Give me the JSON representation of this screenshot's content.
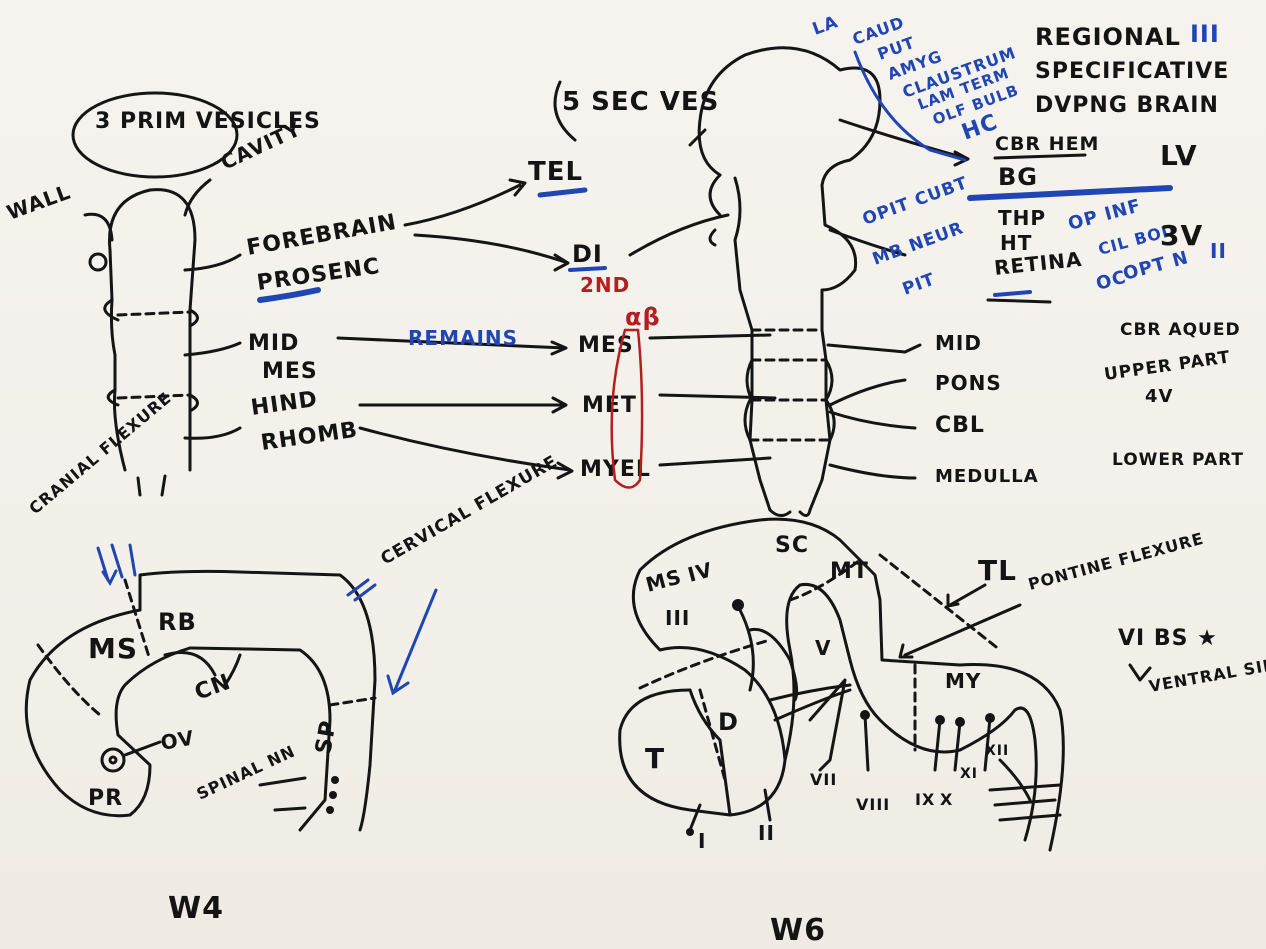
{
  "primary_vesicles": {
    "title": "3 PRIM VESICLES",
    "wall": "WALL",
    "cavity": "CAVITY",
    "forebrain": "FOREBRAIN",
    "prosenc": "PROSENC",
    "mid": "MID",
    "mes": "MES",
    "hind": "HIND",
    "rhomb": "RHOMB"
  },
  "secondary_vesicles": {
    "title": "5 SEC VES",
    "tel": "TEL",
    "di": "DI",
    "second": "2ND",
    "alpha_beta": "αβ",
    "remains": "REMAINS",
    "mes": "MES",
    "met": "MET",
    "myel": "MYEL"
  },
  "derivatives": {
    "la": "LA",
    "caud": "CAUD",
    "put": "PUT",
    "amyg": "AMYG",
    "claustrum": "CLAUSTRUM",
    "lam_term": "LAM TERM",
    "olf_bulb": "OLF BULB",
    "hc": "HC",
    "regional": "REGIONAL",
    "regional_num": "III",
    "specific": "SPECIFICATIVE",
    "dvpng_brain": "DVPNG BRAIN",
    "cbr_hem": "CBR HEM",
    "bg": "BG",
    "lv": "LV",
    "opt_cup": "OPIT CUBT",
    "mb_neur": "MB NEUR",
    "pit": "PIT",
    "thal": "THP",
    "ht": "HT",
    "retina": "RETINA",
    "op_inf": "OP INF",
    "cil_bod": "CIL BOD",
    "oc": "OC",
    "opt_n": "OPT N",
    "opt_n_num": "II",
    "third_v": "3V",
    "mid": "MID",
    "cbr_aqued": "CBR AQUED",
    "pons": "PONS",
    "upper_part": "UPPER PART",
    "fourth_v": "4V",
    "cbl": "CBL",
    "medulla": "MEDULLA",
    "lower_part": "LOWER PART"
  },
  "week4": {
    "cranial_flexure": "CRANIAL FLEXURE",
    "cervical_flexure": "CERVICAL FLEXURE",
    "ms": "MS",
    "rb": "RB",
    "cn": "CN",
    "ov": "OV",
    "pr": "PR",
    "spinal_nn": "SPINAL NN",
    "sp": "SP",
    "label": "W4"
  },
  "week6": {
    "sc": "SC",
    "ms": "MS",
    "ms_num": "IV",
    "mt": "MT",
    "tl": "TL",
    "pontine_flexure": "PONTINE FLEXURE",
    "iii": "III",
    "v": "V",
    "my": "MY",
    "d": "D",
    "t": "T",
    "vii": "VII",
    "viii": "VIII",
    "ix": "IX",
    "x": "X",
    "xi": "XI",
    "xii": "XII",
    "i": "I",
    "ii": "II",
    "vi_note": "VI BS ★",
    "ventral_side": "VENTRAL SIDE",
    "label": "W6"
  },
  "colors": {
    "black_ink": "#141414",
    "blue_ink": "#1f46b3",
    "red_ink": "#b41e1e",
    "paper": "#f4f1ec"
  }
}
